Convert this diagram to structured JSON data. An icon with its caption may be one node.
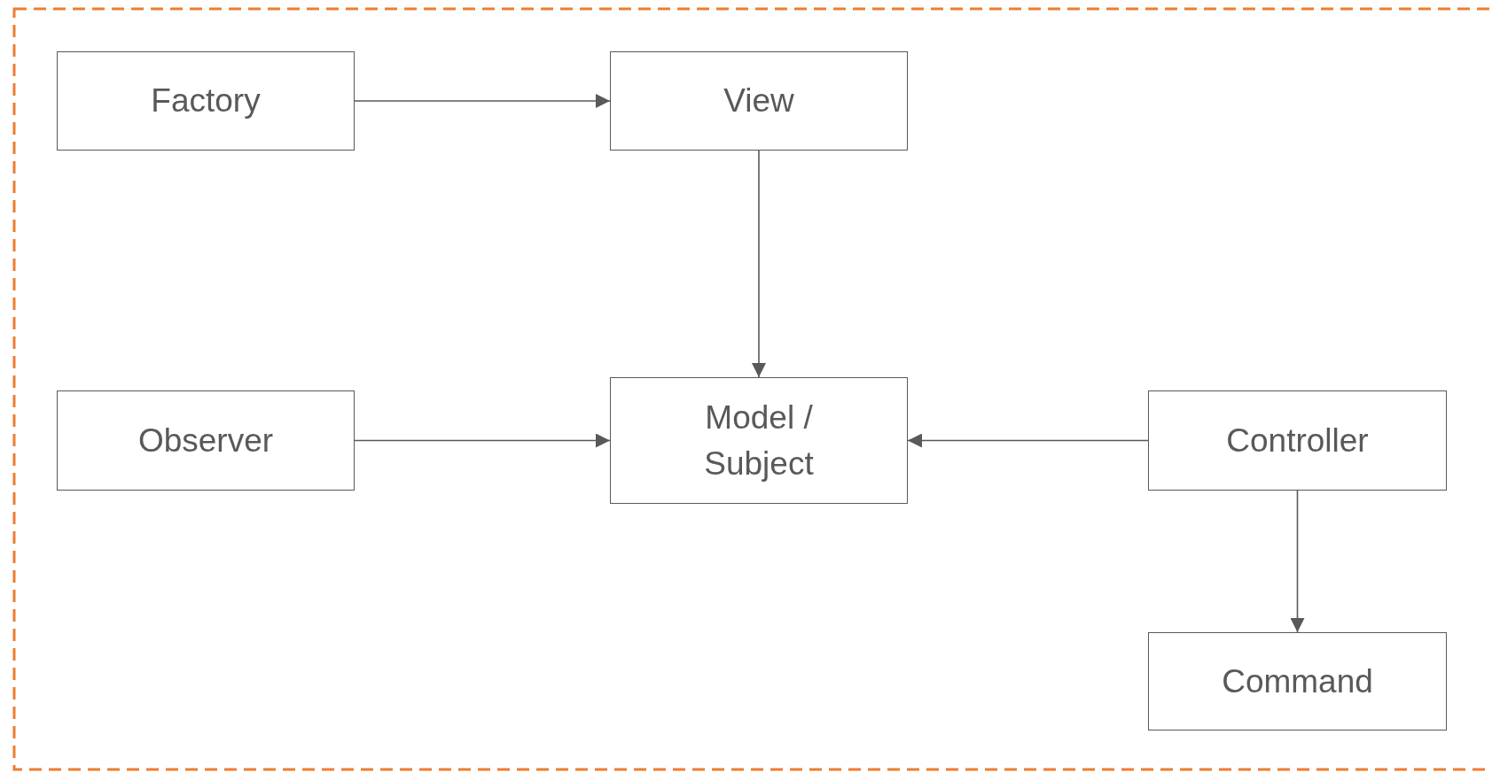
{
  "diagram": {
    "nodes": [
      {
        "text": [
          "Factory"
        ]
      },
      {
        "text": [
          "View"
        ]
      },
      {
        "text": [
          "Observer"
        ]
      },
      {
        "text": [
          "Model / Subject"
        ]
      },
      {
        "text": [
          "Controller"
        ]
      },
      {
        "text": [
          "Command"
        ]
      }
    ],
    "edges": [
      {
        "from": 0,
        "to": 1,
        "arrow": "to"
      },
      {
        "from": 1,
        "to": 3,
        "arrow": "to"
      },
      {
        "from": 2,
        "to": 3,
        "arrow": "to"
      },
      {
        "from": 4,
        "to": 3,
        "arrow": "to"
      },
      {
        "from": 4,
        "to": 5,
        "arrow": "to"
      }
    ]
  }
}
